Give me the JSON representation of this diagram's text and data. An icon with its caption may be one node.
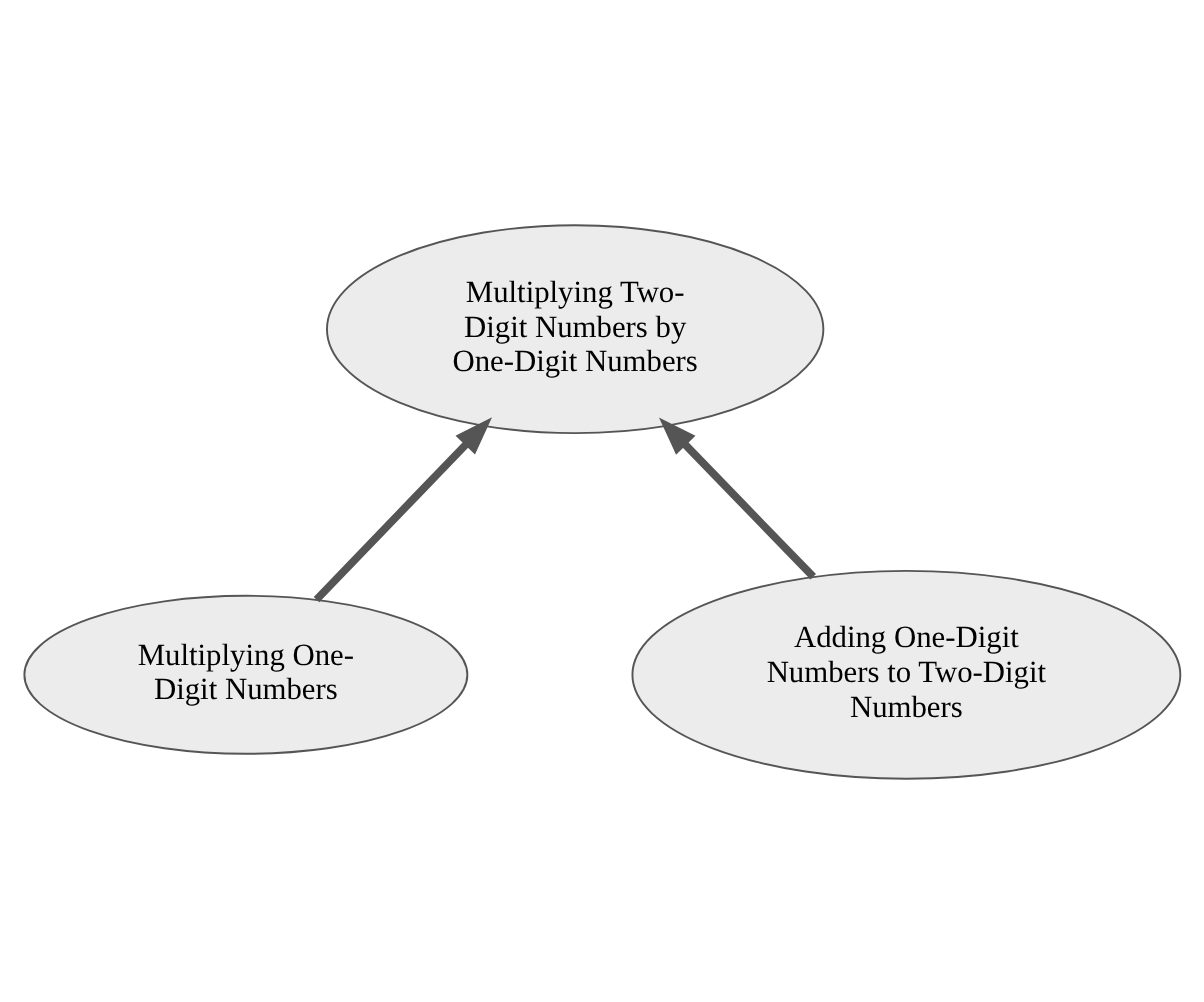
{
  "diagram": {
    "nodes": [
      {
        "text": [
          "Multiplying Two-Digit Numbers by One-Digit Numbers"
        ]
      },
      {
        "text": [
          "Multiplying One-Digit Numbers"
        ]
      },
      {
        "text": [
          "Adding One-Digit Numbers to Two-Digit Numbers"
        ]
      }
    ],
    "edges": [
      {
        "from": 1,
        "to": 0,
        "arrow": "to"
      },
      {
        "from": 2,
        "to": 0,
        "arrow": "to"
      }
    ]
  }
}
